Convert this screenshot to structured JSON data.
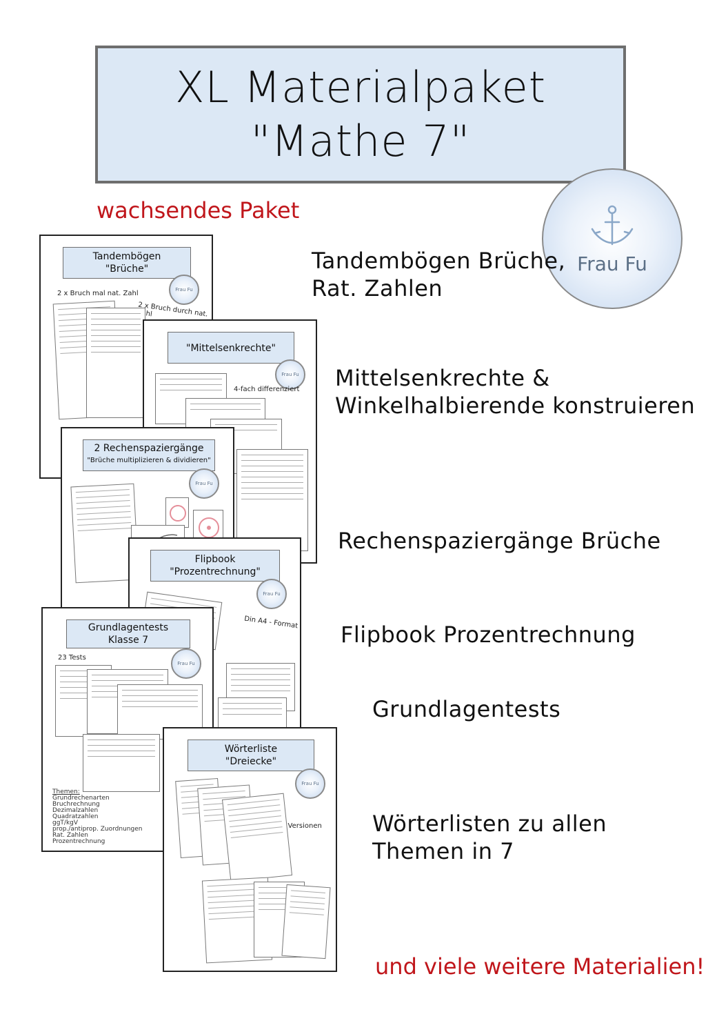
{
  "header": {
    "title_line1": "XL Materialpaket",
    "title_line2": "\"Mathe 7\""
  },
  "logo": {
    "text": "Frau Fu",
    "icon": "anchor-icon"
  },
  "subtitle": "wachsendes Paket",
  "items": [
    {
      "label_line1": "Tandembögen Brüche,",
      "label_line2": "Rat. Zahlen"
    },
    {
      "label_line1": "Mittelsenkrechte &",
      "label_line2": "Winkelhalbierende konstruieren"
    },
    {
      "label_line1": "Rechenspaziergänge Brüche"
    },
    {
      "label_line1": "Flipbook Prozentrechnung"
    },
    {
      "label_line1": "Grundlagentests"
    },
    {
      "label_line1": "Wörterlisten zu allen",
      "label_line2": "Themen in 7"
    }
  ],
  "footer": "und viele weitere Materialien!",
  "sheets": {
    "tandem": {
      "title_line1": "Tandembögen",
      "title_line2": "\"Brüche\"",
      "note1": "2 x Bruch mal nat. Zahl",
      "note2": "2 x Bruch durch nat. Zahl"
    },
    "mittel": {
      "title": "\"Mittelsenkrechte\"",
      "note": "4-fach differenziert"
    },
    "rechen": {
      "title_line1": "2 Rechenspaziergänge",
      "title_line2": "\"Brüche multiplizieren & dividieren\""
    },
    "flip": {
      "title_line1": "Flipbook",
      "title_line2": "\"Prozentrechnung\"",
      "note": "Din A4 - Format"
    },
    "grund": {
      "title_line1": "Grundlagentests",
      "title_line2": "Klasse 7",
      "note": "23 Tests",
      "themes_heading": "Themen:",
      "themes": [
        "Grundrechenarten",
        "Bruchrechnung",
        "Dezimalzahlen",
        "Quadratzahlen",
        "ggT/kgV",
        "prop./antiprop. Zuordnungen",
        "Rat. Zahlen",
        "Prozentrechnung"
      ]
    },
    "woerter": {
      "title_line1": "Wörterliste",
      "title_line2": "\"Dreiecke\"",
      "note": "2 Versionen"
    }
  },
  "colors": {
    "title_bg": "#dce8f5",
    "accent_red": "#c0161b",
    "logo_text": "#5b6f86"
  }
}
